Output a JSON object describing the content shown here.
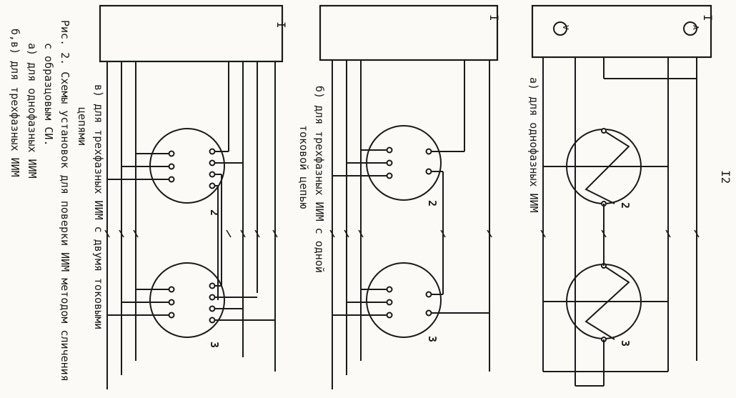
{
  "page_number": "I2",
  "caption": {
    "title_line1": "Рис. 2. Схемы установок для поверки ИИМ методом сличения",
    "title_line2": "с образцовым СИ.",
    "item_a": "а) для однофазных ИИМ",
    "item_b": "б,в) для трехфазных ИИМ"
  },
  "panels": [
    {
      "id": "a",
      "label": "а) для однофазных ИИМ",
      "source_label": "I",
      "meter_left": "2",
      "meter_right": "3"
    },
    {
      "id": "b",
      "label_line1": "б) для трехфазных ИИМ с одной",
      "label_line2": "токовой цепью",
      "source_label": "I",
      "meter_left": "2",
      "meter_right": "3"
    },
    {
      "id": "c",
      "label_line1": "в) для трехфазных ИИМ с двумя токовыми",
      "label_line2": "цепями",
      "source_label": "I",
      "meter_left": "2",
      "meter_right": "3"
    }
  ],
  "instruments": {
    "ammeter": "A",
    "voltmeter": "V"
  }
}
